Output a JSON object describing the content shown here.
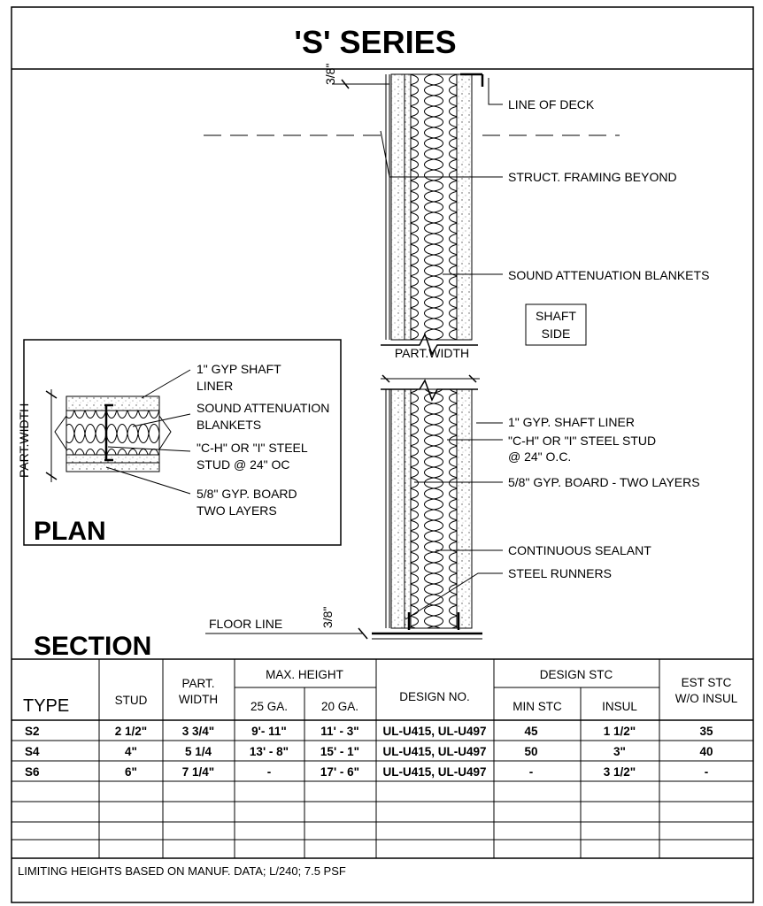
{
  "title": "'S' SERIES",
  "section": {
    "label": "SECTION",
    "dim_top": "3/8\"",
    "dim_bottom": "3/8\"",
    "floor_line": "FLOOR LINE",
    "part_width": "PART.WIDTH",
    "shaft_side": [
      "SHAFT",
      "SIDE"
    ],
    "callouts": {
      "line_of_deck": "LINE OF DECK",
      "struct_framing": "STRUCT. FRAMING BEYOND",
      "sound_blankets": "SOUND ATTENUATION BLANKETS",
      "shaft_liner": "1\" GYP. SHAFT LINER",
      "steel_stud_1": "\"C-H\"  OR \"I\" STEEL STUD",
      "steel_stud_2": "@ 24\" O.C.",
      "gyp_board": "5/8\" GYP. BOARD -  TWO LAYERS",
      "sealant": "CONTINUOUS SEALANT",
      "runners": "STEEL RUNNERS"
    }
  },
  "plan": {
    "label": "PLAN",
    "part_width": "PART.WIDTH",
    "callouts": {
      "liner_1": "1\" GYP SHAFT",
      "liner_2": "LINER",
      "blankets_1": "SOUND ATTENUATION",
      "blankets_2": "BLANKETS",
      "stud_1": "\"C-H\" OR \"I\" STEEL",
      "stud_2": "STUD @ 24\" OC",
      "board_1": "5/8\" GYP. BOARD",
      "board_2": "TWO LAYERS"
    }
  },
  "table": {
    "headers": {
      "type": "TYPE",
      "stud": "STUD",
      "part_1": "PART.",
      "part_2": "WIDTH",
      "max_height": "MAX. HEIGHT",
      "ga25": "25 GA.",
      "ga20": "20 GA.",
      "design_no": "DESIGN NO.",
      "design_stc": "DESIGN STC",
      "min_stc": "MIN STC",
      "insul": "INSUL",
      "est_1": "EST STC",
      "est_2": "W/O INSUL"
    },
    "rows": [
      [
        "S2",
        "2 1/2\"",
        "3 3/4\"",
        "9'- 11\"",
        "11' - 3\"",
        "UL-U415, UL-U497",
        "45",
        "1 1/2\"",
        "35"
      ],
      [
        "S4",
        "4\"",
        "5 1/4",
        "13' - 8\"",
        "15' - 1\"",
        "UL-U415, UL-U497",
        "50",
        "3\"",
        "40"
      ],
      [
        "S6",
        "6\"",
        "7 1/4\"",
        "-",
        "17' - 6\"",
        "UL-U415, UL-U497",
        "-",
        "3 1/2\"",
        "-"
      ]
    ],
    "footnote": "LIMITING HEIGHTS BASED ON MANUF. DATA; L/240; 7.5 PSF"
  }
}
